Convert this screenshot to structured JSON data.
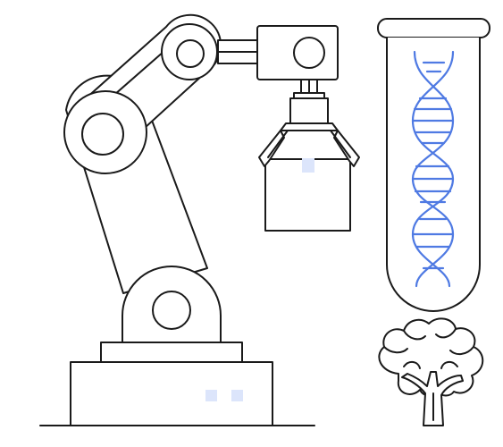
{
  "illustration": {
    "subjects": [
      "robot-arm",
      "dna-test-tube",
      "broccoli"
    ]
  },
  "colors": {
    "background": "#ffffff",
    "outline": "#1a1a1a",
    "dna_accent": "#4f7ae3",
    "light_accent": "#dce5fb"
  }
}
